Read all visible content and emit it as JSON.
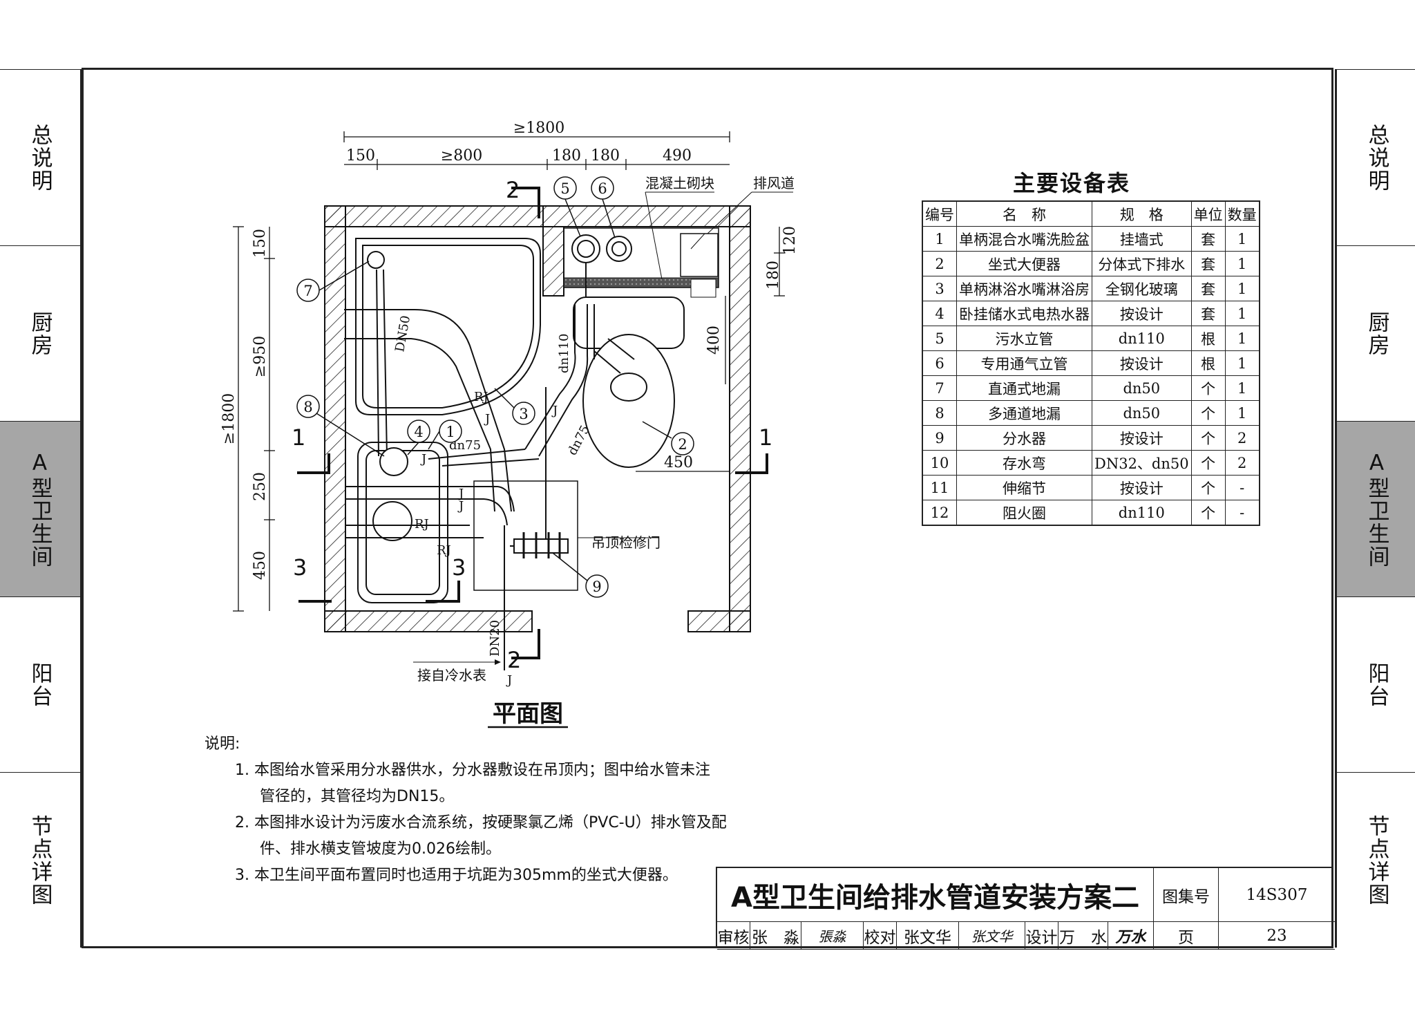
{
  "side_tabs": [
    "总说明",
    "厨房",
    "A型卫生间",
    "阳台",
    "节点详图"
  ],
  "active_tab": "A型卫生间",
  "plan": {
    "title": "平面图",
    "overall_width": "≥1800",
    "top_dims": [
      "150",
      "≥800",
      "180",
      "180",
      "490"
    ],
    "left_dims": [
      "150",
      "≥950",
      "250",
      "450"
    ],
    "left_overall": "≥1800",
    "right_dims": [
      "120",
      "180",
      "400"
    ],
    "inner_dim": "450",
    "labels": {
      "concrete_block": "混凝土砌块",
      "vent_duct": "排风道",
      "ceiling_access_door": "吊顶检修门",
      "from_meter": "接自冷水表",
      "dn20": "DN20",
      "dn50": "DN50",
      "dn110": "dn110",
      "dn75a": "dn75",
      "dn75b": "dn75",
      "rj1": "RJ",
      "rj2": "RJ",
      "rj3": "RJ",
      "j1": "J",
      "j2": "J",
      "j3": "J",
      "j4": "J",
      "j5": "J",
      "j6": "J"
    },
    "sections": [
      "1",
      "1",
      "2",
      "2",
      "3",
      "3"
    ],
    "callouts": [
      "1",
      "2",
      "3",
      "4",
      "5",
      "6",
      "7",
      "8",
      "9"
    ]
  },
  "equipment_table": {
    "title": "主要设备表",
    "headers": [
      "编号",
      "名　称",
      "规　格",
      "单位",
      "数量"
    ],
    "rows": [
      [
        "1",
        "单柄混合水嘴洗脸盆",
        "挂墙式",
        "套",
        "1"
      ],
      [
        "2",
        "坐式大便器",
        "分体式下排水",
        "套",
        "1"
      ],
      [
        "3",
        "单柄淋浴水嘴淋浴房",
        "全钢化玻璃",
        "套",
        "1"
      ],
      [
        "4",
        "卧挂储水式电热水器",
        "按设计",
        "套",
        "1"
      ],
      [
        "5",
        "污水立管",
        "dn110",
        "根",
        "1"
      ],
      [
        "6",
        "专用通气立管",
        "按设计",
        "根",
        "1"
      ],
      [
        "7",
        "直通式地漏",
        "dn50",
        "个",
        "1"
      ],
      [
        "8",
        "多通道地漏",
        "dn50",
        "个",
        "1"
      ],
      [
        "9",
        "分水器",
        "按设计",
        "个",
        "2"
      ],
      [
        "10",
        "存水弯",
        "DN32、dn50",
        "个",
        "2"
      ],
      [
        "11",
        "伸缩节",
        "按设计",
        "个",
        "-"
      ],
      [
        "12",
        "阻火圈",
        "dn110",
        "个",
        "-"
      ]
    ]
  },
  "notes": {
    "title": "说明:",
    "items": [
      {
        "num": "1.",
        "lines": [
          "本图给水管采用分水器供水，分水器敷设在吊顶内；图中给水管未注",
          "管径的，其管径均为DN15。"
        ]
      },
      {
        "num": "2.",
        "lines": [
          "本图排水设计为污废水合流系统，按硬聚氯乙烯（PVC-U）排水管及配",
          "件、排水横支管坡度为0.026绘制。"
        ]
      },
      {
        "num": "3.",
        "lines": [
          "本卫生间平面布置同时也适用于坑距为305mm的坐式大便器。"
        ]
      }
    ]
  },
  "title_block": {
    "title": "A型卫生间给排水管道安装方案二",
    "atlas_label": "图集号",
    "atlas_no": "14S307",
    "review_label": "审核",
    "reviewer": "张　淼",
    "reviewer_sig": "張淼",
    "check_label": "校对",
    "checker": "张文华",
    "checker_sig": "张文华",
    "design_label": "设计",
    "designer": "万　水",
    "designer_sig": "万水",
    "page_label": "页",
    "page_no": "23"
  }
}
